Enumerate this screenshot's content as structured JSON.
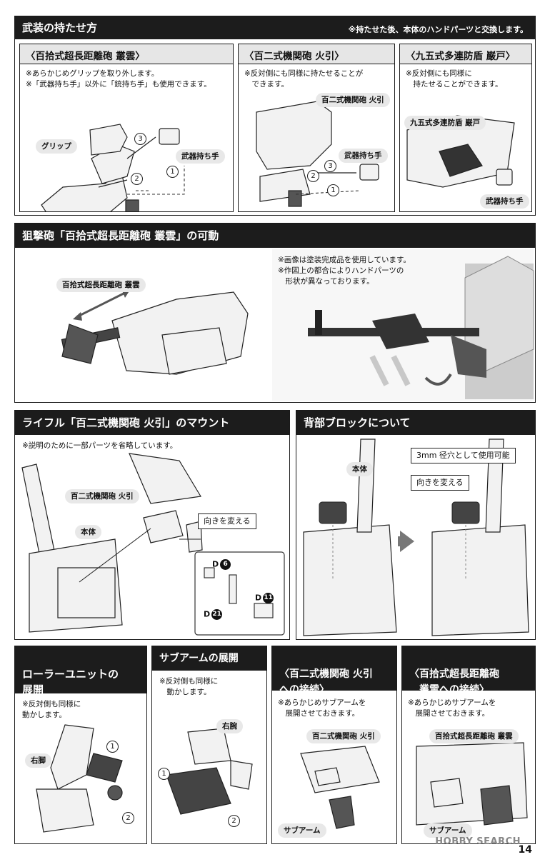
{
  "s1": {
    "title": "武装の持たせ方",
    "note": "※持たせた後、本体のハンドパーツと交換します。",
    "a": {
      "title": "〈百拾式超長距離砲 叢雲〉",
      "note": "※あらかじめグリップを取り外します。\n※「武器持ち手」以外に「銃持ち手」も使用できます。",
      "grip": "グリップ",
      "hand": "武器持ち手",
      "steps": [
        "1",
        "2",
        "3"
      ]
    },
    "b": {
      "title": "〈百二式機関砲 火引〉",
      "note": "※反対側にも同様に持たせることが\n　できます。",
      "weapon": "百二式機関砲 火引",
      "hand": "武器持ち手",
      "steps": [
        "1",
        "2",
        "3"
      ]
    },
    "c": {
      "title": "〈九五式多連防盾 巌戸〉",
      "note": "※反対側にも同様に\n　持たせることができます。",
      "weapon": "九五式多連防盾 巌戸",
      "hand": "武器持ち手"
    }
  },
  "s2": {
    "title": "狙撃砲「百拾式超長距離砲 叢雲」の可動",
    "label": "百拾式超長距離砲 叢雲",
    "note": "※画像は塗装完成品を使用しています。\n※作図上の都合によりハンドパーツの\n　形状が異なっております。"
  },
  "s3": {
    "title": "ライフル「百二式機関砲 火引」のマウント",
    "note": "※説明のために一部パーツを省略しています。",
    "weapon": "百二式機関砲 火引",
    "body": "本体",
    "rotate": "向きを変える",
    "parts": [
      {
        "letter": "D",
        "num": "6"
      },
      {
        "letter": "D",
        "num": "11"
      },
      {
        "letter": "D",
        "num": "21"
      }
    ]
  },
  "s4": {
    "title": "背部ブロックについて",
    "body": "本体",
    "hole": "3mm 径穴として使用可能",
    "rotate": "向きを変える"
  },
  "s5": {
    "title": "ローラーユニットの\n展開",
    "note": "※反対側も同様に\n動かします。",
    "label": "右脚",
    "steps": [
      "1",
      "2"
    ]
  },
  "s6": {
    "title": "サブアームの展開",
    "note": "※反対側も同様に\n　動かします。",
    "label": "右腕",
    "steps": [
      "1",
      "2"
    ]
  },
  "s7": {
    "title": "〈百二式機関砲 火引\nへの接続〉",
    "note": "※あらかじめサブアームを\n　展開させておきます。",
    "weapon": "百二式機関砲 火引",
    "arm": "サブアーム"
  },
  "s8": {
    "title": "〈百拾式超長距離砲\n　叢雲への接続〉",
    "note": "※あらかじめサブアームを\n　展開させておきます。",
    "weapon": "百拾式超長距離砲 叢雲",
    "arm": "サブアーム"
  },
  "footer": {
    "watermark": "HOBBY SEARCH",
    "page": "14"
  }
}
